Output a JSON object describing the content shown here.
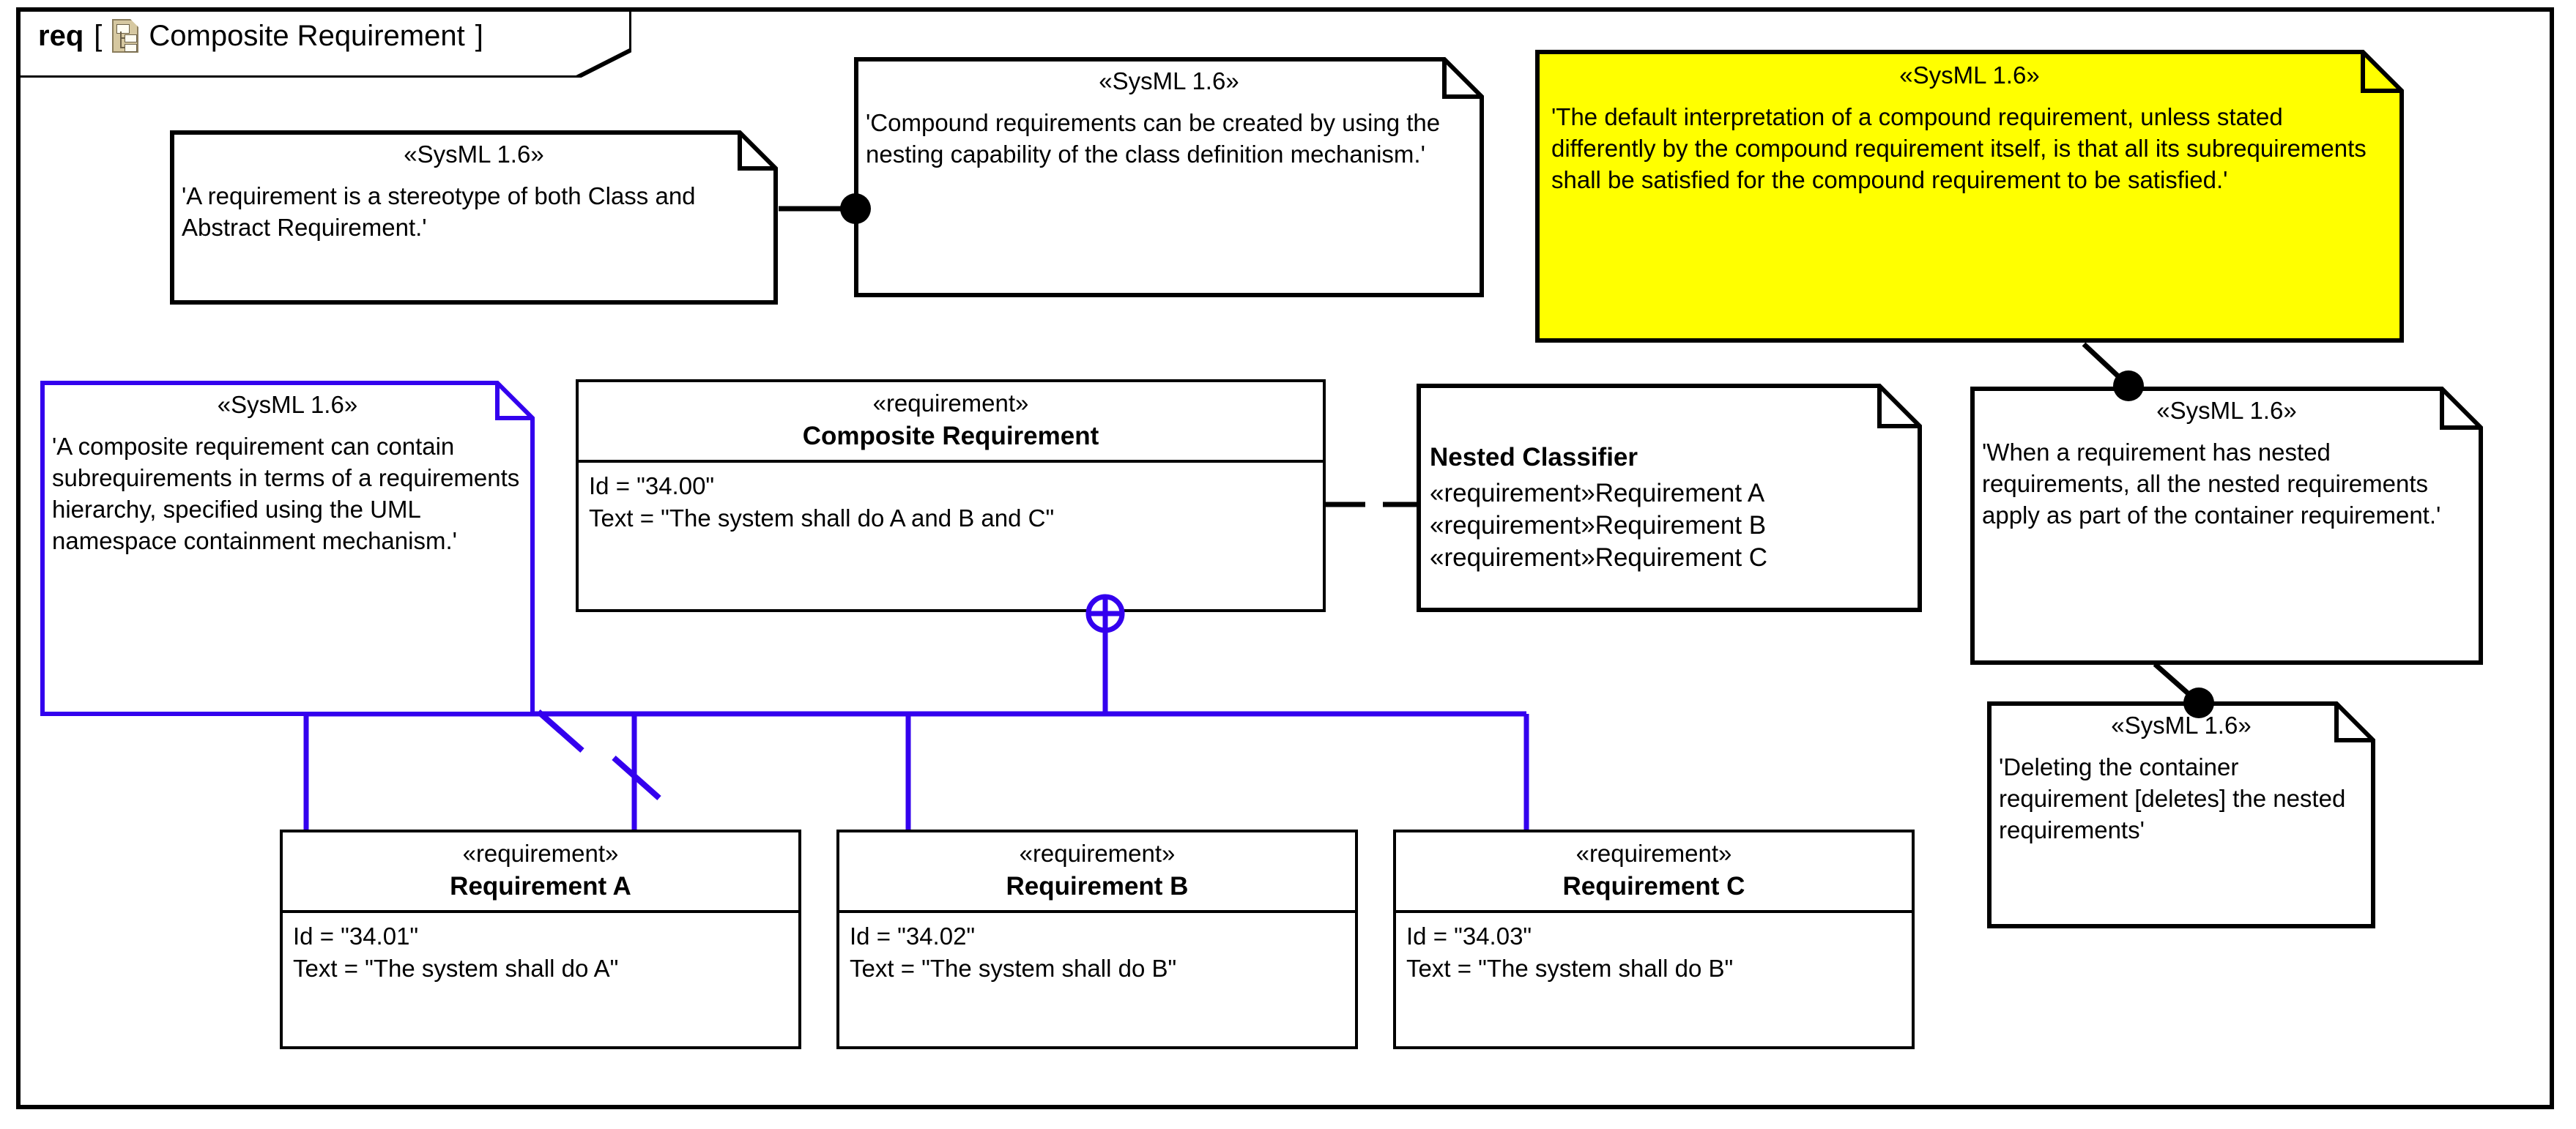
{
  "frame": {
    "kind": "req",
    "bracket_open": "[",
    "bracket_close": "]",
    "title": "Composite Requirement",
    "icon": "requirement-diagram-icon"
  },
  "notes": {
    "requirement_stereotype": {
      "stereotype": "«SysML 1.6»",
      "text": "'A requirement is a stereotype of both Class and Abstract Requirement.'",
      "fill": "#ffffff",
      "border": "#000000"
    },
    "compound_nesting": {
      "stereotype": "«SysML 1.6»",
      "text": "'Compound requirements can be created by using the nesting capability of the class definition mechanism.'",
      "fill": "#ffffff",
      "border": "#000000"
    },
    "default_interpretation": {
      "stereotype": "«SysML 1.6»",
      "text": "'The default interpretation of a compound requirement, unless stated differently by the compound requirement itself, is that all its subrequirements shall be satisfied for the compound requirement to be satisfied.'",
      "fill": "#ffff00",
      "border": "#000000"
    },
    "composite_containment": {
      "stereotype": "«SysML 1.6»",
      "text": "'A composite requirement can contain subrequirements in terms of a requirements hierarchy, specified using the UML namespace containment mechanism.'",
      "fill": "#ffffff",
      "border": "#3300ee"
    },
    "nested_apply": {
      "stereotype": "«SysML 1.6»",
      "text": "'When a requirement has nested requirements, all the nested requirements apply as part of the container requirement.'",
      "fill": "#ffffff",
      "border": "#000000"
    },
    "deleting_container": {
      "stereotype": "«SysML 1.6»",
      "text": "'Deleting the container requirement [deletes] the nested requirements'",
      "fill": "#ffffff",
      "border": "#000000"
    }
  },
  "nested_classifier": {
    "title": "Nested Classifier",
    "entries": [
      "«requirement»Requirement A",
      "«requirement»Requirement B",
      "«requirement»Requirement C"
    ]
  },
  "blocks": {
    "composite": {
      "stereotype": "«requirement»",
      "name": "Composite Requirement",
      "id_line": "Id = \"34.00\"",
      "text_line": "Text = \"The system shall do A and B and C\""
    },
    "req_a": {
      "stereotype": "«requirement»",
      "name": "Requirement A",
      "id_line": "Id = \"34.01\"",
      "text_line": "Text = \"The system shall do A\""
    },
    "req_b": {
      "stereotype": "«requirement»",
      "name": "Requirement B",
      "id_line": "Id = \"34.02\"",
      "text_line": "Text = \"The system shall do B\""
    },
    "req_c": {
      "stereotype": "«requirement»",
      "name": "Requirement C",
      "id_line": "Id = \"34.03\"",
      "text_line": "Text = \"The system shall do B\""
    }
  },
  "colors": {
    "containment_blue": "#3300ee",
    "highlight_yellow": "#ffff00",
    "line_black": "#000000"
  }
}
